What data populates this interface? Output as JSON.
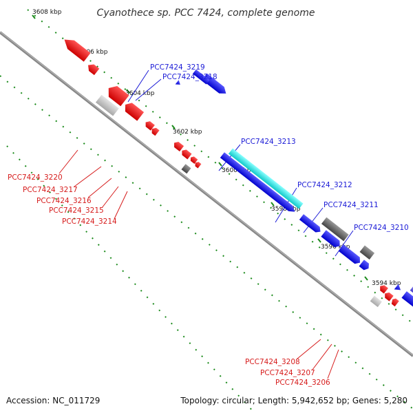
{
  "title": "Cyanothece sp. PCC 7424, complete genome",
  "footer": {
    "accession": "Accession: NC_011729",
    "topology": "Topology: circular; Length: 5,942,652 bp; Genes: 5,280"
  },
  "colors": {
    "background": "#ffffff",
    "backbone": "#888888",
    "tick": "#1a8a1a",
    "plus_gene": "#1010e8",
    "minus_gene": "#ee1111",
    "rna_gene": "#22dddd",
    "plus_label": "#1a1ad6",
    "minus_label": "#d61a1a"
  },
  "scale_labels": [
    "3608 kbp",
    "3606 kbp",
    "3604 kbp",
    "3602 kbp",
    "3600 kbp",
    "3598 kbp",
    "3596 kbp",
    "3594 kbp"
  ],
  "plus_labels": [
    "PCC7424_3219",
    "PCC7424_3218",
    "PCC7424_3213",
    "PCC7424_3212",
    "PCC7424_3211",
    "PCC7424_3210"
  ],
  "minus_labels": [
    "PCC7424_3220",
    "PCC7424_3217",
    "PCC7424_3216",
    "PCC7424_3215",
    "PCC7424_3214",
    "PCC7424_3208",
    "PCC7424_3207",
    "PCC7424_3206"
  ]
}
